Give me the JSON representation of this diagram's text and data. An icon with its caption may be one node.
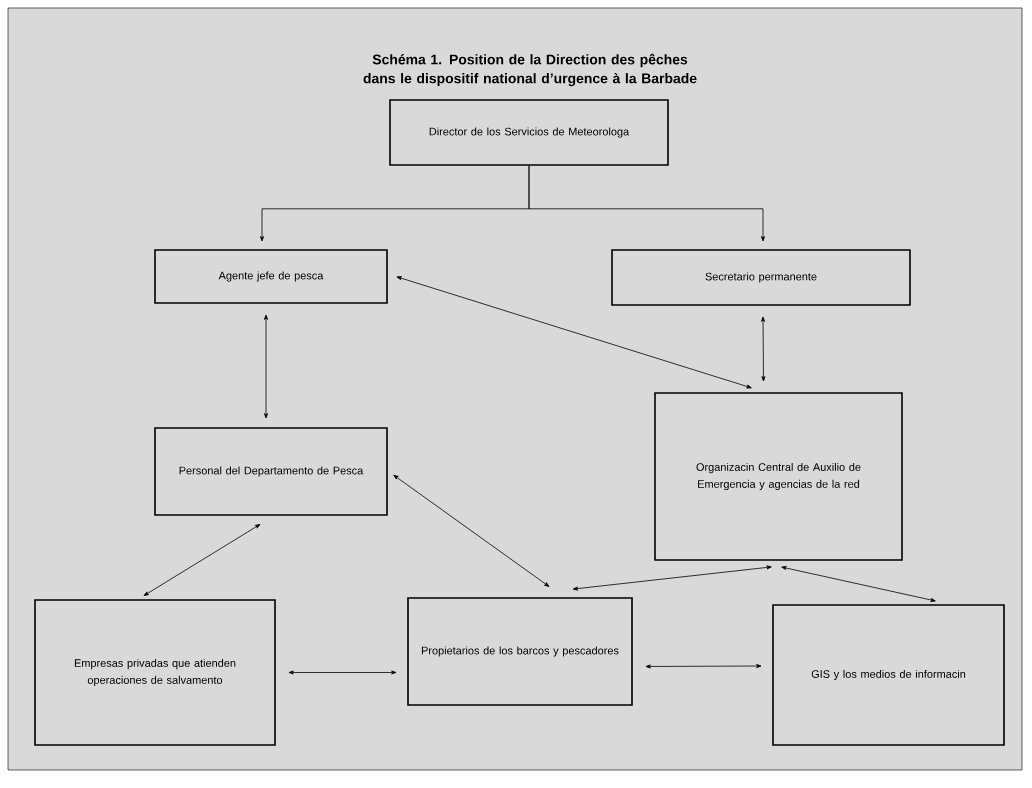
{
  "diagram": {
    "title": "Schéma 1. Position de la Direction des pêches dans le dispositif national d’urgence à la Barbade",
    "nodes": [
      {
        "text": [
          "Director de los Servicios  de Meteorologa"
        ]
      },
      {
        "text": [
          "Agente jefe de pesca"
        ]
      },
      {
        "text": [
          "Secretario permanente"
        ]
      },
      {
        "text": [
          "Personal del Departamento de Pesca"
        ]
      },
      {
        "text": [
          "Organizacin Central de Auxilio de Emergencia y agencias de la red"
        ]
      },
      {
        "text": [
          "Empresas privadas que atienden operaciones de salvamento"
        ]
      },
      {
        "text": [
          "Propietarios de los barcos y pescadores"
        ]
      },
      {
        "text": [
          "GIS y los medios de informacin"
        ]
      }
    ],
    "edges": [
      {
        "from": 0,
        "to": 1,
        "arrow": "to"
      },
      {
        "from": 0,
        "to": 2,
        "arrow": "to"
      },
      {
        "from": 1,
        "to": 3,
        "arrow": "both"
      },
      {
        "from": 1,
        "to": 4,
        "arrow": "both"
      },
      {
        "from": 2,
        "to": 4,
        "arrow": "both"
      },
      {
        "from": 3,
        "to": 6,
        "arrow": "both"
      },
      {
        "from": 3,
        "to": 5,
        "arrow": "both"
      },
      {
        "from": 4,
        "to": 6,
        "arrow": "both"
      },
      {
        "from": 4,
        "to": 7,
        "arrow": "both"
      },
      {
        "from": 5,
        "to": 6,
        "arrow": "both"
      },
      {
        "from": 6,
        "to": 7,
        "arrow": "both"
      }
    ]
  }
}
